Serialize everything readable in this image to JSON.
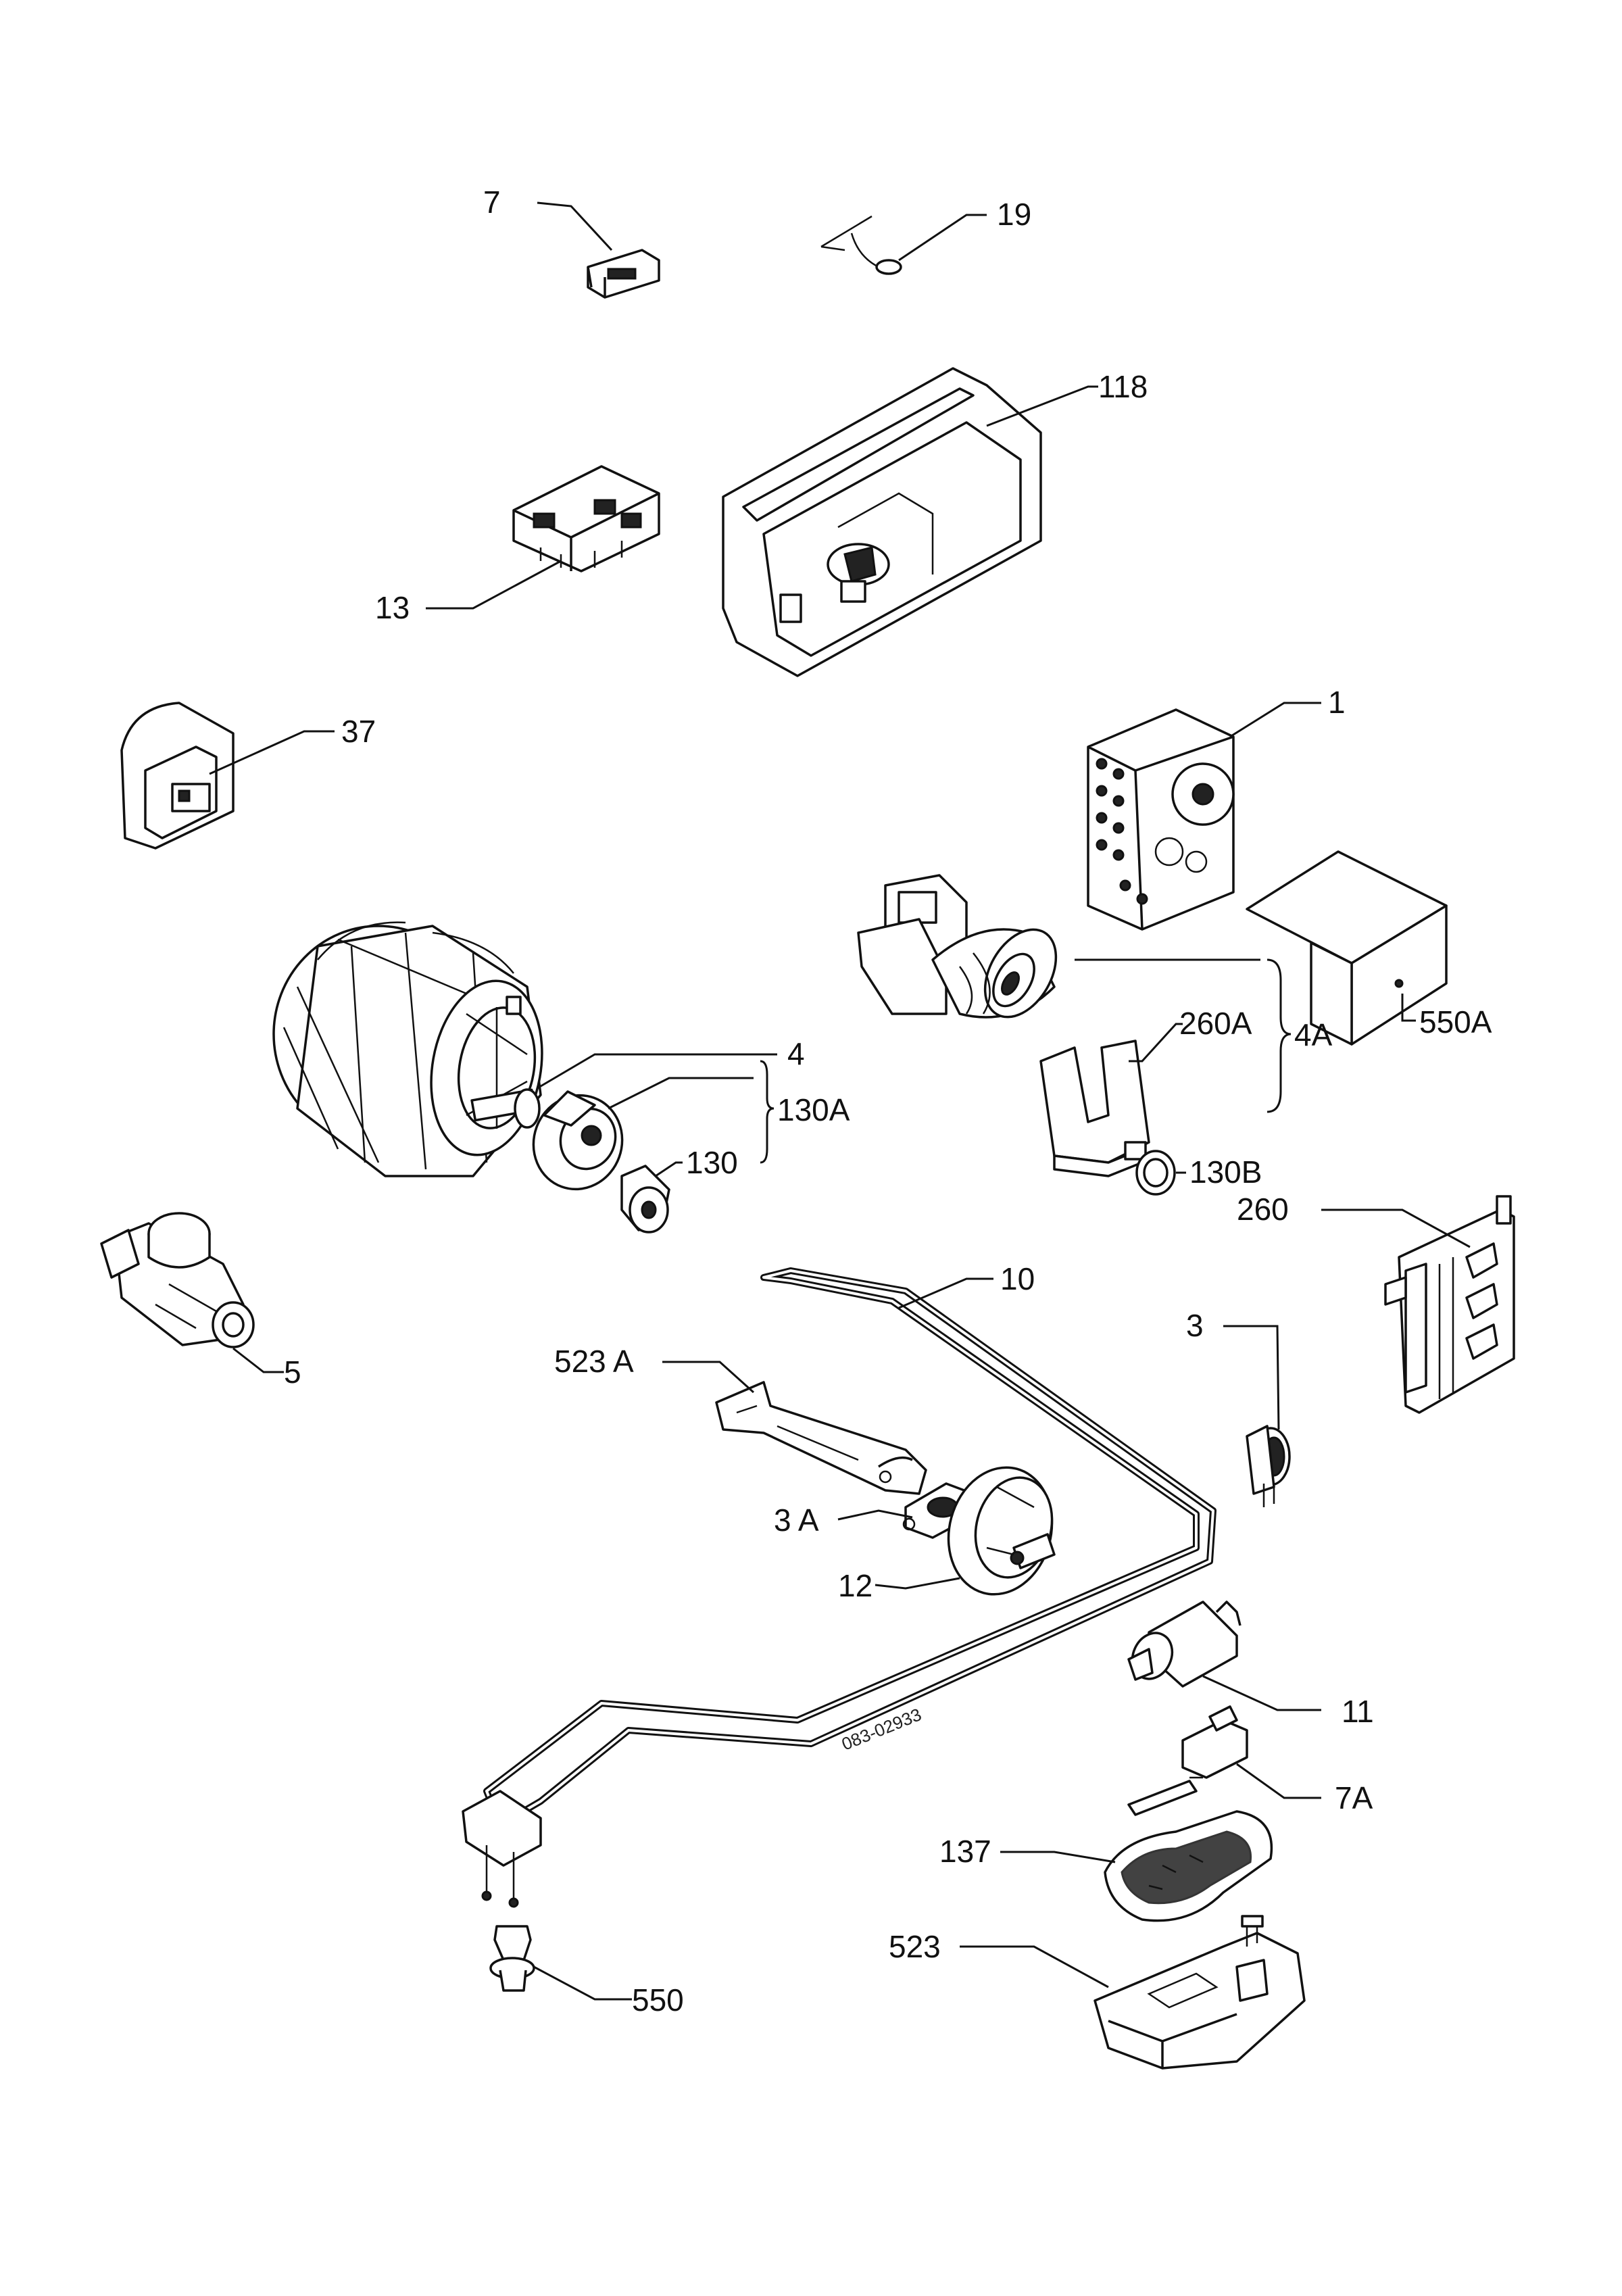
{
  "labels": {
    "l7": "7",
    "l19": "19",
    "l118": "118",
    "l13": "13",
    "l37": "37",
    "l1": "1",
    "l260A": "260A",
    "l4A": "4A",
    "l550A": "550A",
    "l130B": "130B",
    "l4": "4",
    "l130A": "130A",
    "l130": "130",
    "l260": "260",
    "l5": "5",
    "l10": "10",
    "l3": "3",
    "l523A": "523 A",
    "l3A": "3 A",
    "l12": "12",
    "l11": "11",
    "l7A": "7A",
    "l137": "137",
    "l523": "523",
    "l550": "550"
  },
  "drawing_code": "083-02933"
}
